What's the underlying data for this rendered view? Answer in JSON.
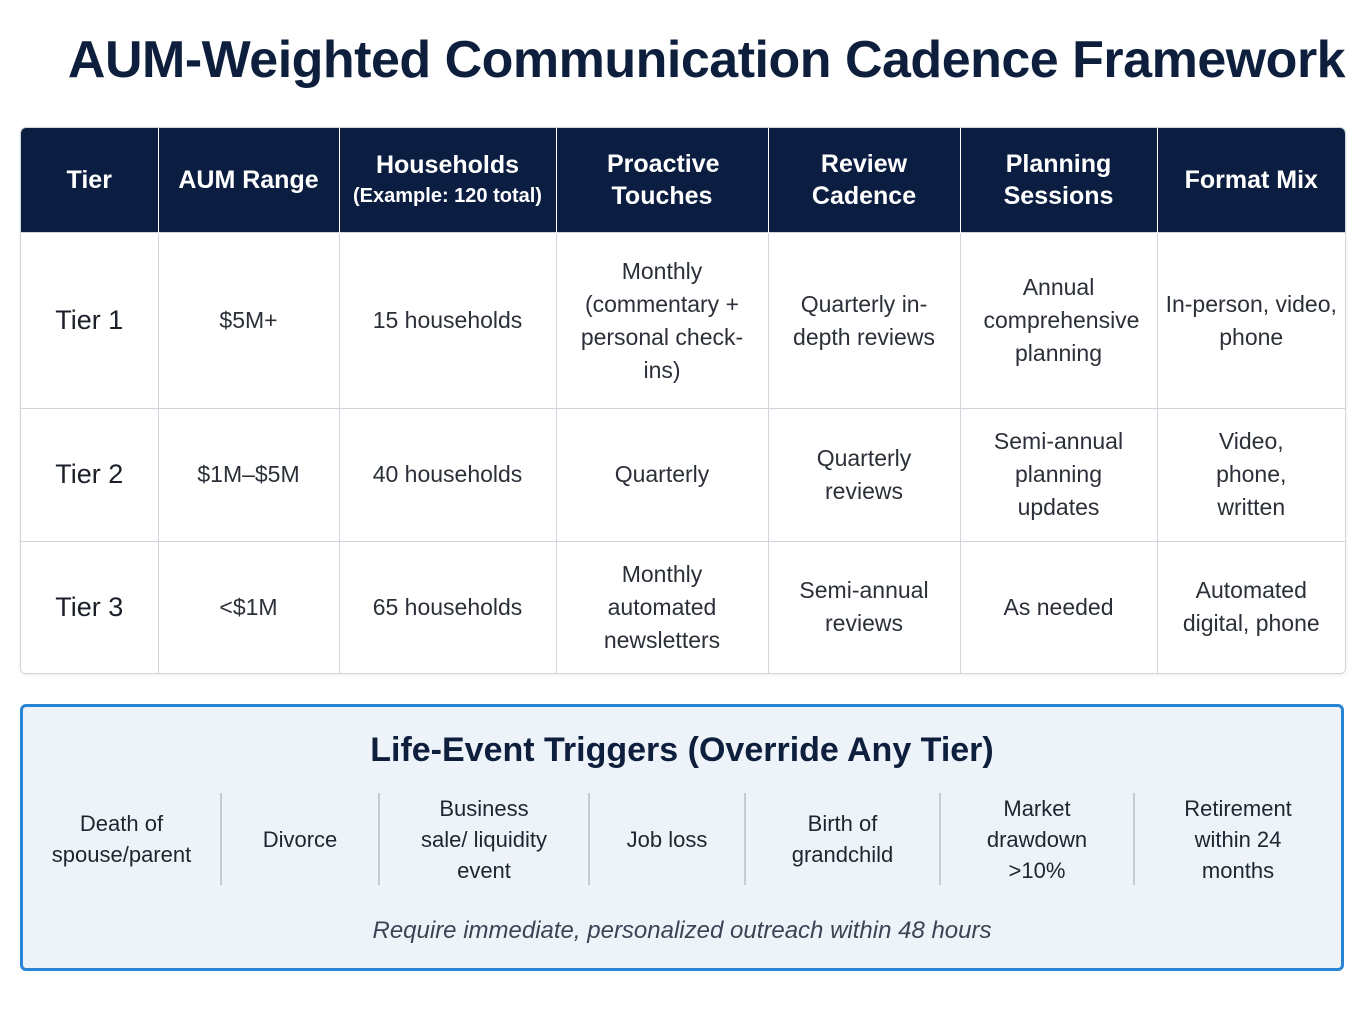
{
  "title": "AUM-Weighted Communication Cadence Framework",
  "table": {
    "headers": [
      {
        "label": "Tier",
        "sub": ""
      },
      {
        "label": "AUM Range",
        "sub": ""
      },
      {
        "label": "Households",
        "sub": "(Example: 120 total)"
      },
      {
        "label": "Proactive Touches",
        "sub": ""
      },
      {
        "label": "Review Cadence",
        "sub": ""
      },
      {
        "label": "Planning Sessions",
        "sub": ""
      },
      {
        "label": "Format Mix",
        "sub": ""
      }
    ],
    "rows": [
      {
        "tier": "Tier 1",
        "aum": "$5M+",
        "households": "15 households",
        "touches": "Monthly (commentary + personal check-ins)",
        "review": "Quarterly in-depth reviews",
        "planning": "Annual comprehensive planning",
        "format": "In-person, video, phone"
      },
      {
        "tier": "Tier 2",
        "aum": "$1M–$5M",
        "households": "40 households",
        "touches": "Quarterly",
        "review": "Quarterly reviews",
        "planning": "Semi-annual planning updates",
        "format": "Video, phone, written"
      },
      {
        "tier": "Tier 3",
        "aum": "<$1M",
        "households": "65 households",
        "touches": "Monthly automated newsletters",
        "review": "Semi-annual reviews",
        "planning": "As needed",
        "format": "Automated digital, phone"
      }
    ]
  },
  "triggers": {
    "title": "Life-Event Triggers (Override Any Tier)",
    "items": [
      "Death of spouse/parent",
      "Divorce",
      "Business sale/ liquidity event",
      "Job loss",
      "Birth of grandchild",
      "Market drawdown >10%",
      "Retirement within 24 months"
    ],
    "note": "Require immediate, personalized outreach within 48 hours"
  }
}
